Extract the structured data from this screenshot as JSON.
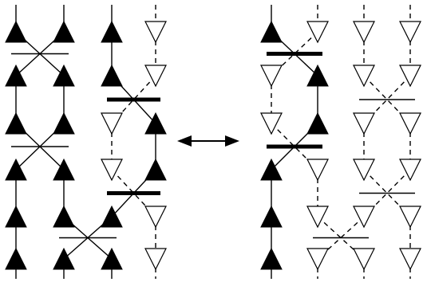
{
  "figure": {
    "colors": {
      "ink": "#000000",
      "background": "#ffffff"
    },
    "arrow": {
      "icon": "double-headed-arrow-icon"
    },
    "panels": [
      {
        "name": "left-panel",
        "triangles": [
          {
            "col": 0,
            "row": 0,
            "kind": "filled-up"
          },
          {
            "col": 1,
            "row": 0,
            "kind": "filled-up"
          },
          {
            "col": 2,
            "row": 0,
            "kind": "filled-up"
          },
          {
            "col": 3,
            "row": 0,
            "kind": "open-down"
          },
          {
            "col": 0,
            "row": 1,
            "kind": "filled-up"
          },
          {
            "col": 1,
            "row": 1,
            "kind": "filled-up"
          },
          {
            "col": 2,
            "row": 1,
            "kind": "filled-up"
          },
          {
            "col": 3,
            "row": 1,
            "kind": "open-down"
          },
          {
            "col": 0,
            "row": 2,
            "kind": "filled-up"
          },
          {
            "col": 1,
            "row": 2,
            "kind": "filled-up"
          },
          {
            "col": 2,
            "row": 2,
            "kind": "open-down"
          },
          {
            "col": 3,
            "row": 2,
            "kind": "filled-up"
          },
          {
            "col": 0,
            "row": 3,
            "kind": "filled-up"
          },
          {
            "col": 1,
            "row": 3,
            "kind": "filled-up"
          },
          {
            "col": 2,
            "row": 3,
            "kind": "open-down"
          },
          {
            "col": 3,
            "row": 3,
            "kind": "filled-up"
          },
          {
            "col": 0,
            "row": 4,
            "kind": "filled-up"
          },
          {
            "col": 1,
            "row": 4,
            "kind": "filled-up"
          },
          {
            "col": 2,
            "row": 4,
            "kind": "filled-up"
          },
          {
            "col": 3,
            "row": 4,
            "kind": "open-down"
          },
          {
            "col": 0,
            "row": 5,
            "kind": "filled-up"
          },
          {
            "col": 1,
            "row": 5,
            "kind": "filled-up"
          },
          {
            "col": 2,
            "row": 5,
            "kind": "filled-up"
          },
          {
            "col": 3,
            "row": 5,
            "kind": "open-down"
          }
        ],
        "crossings": [
          {
            "cols": [
              0,
              1
            ],
            "rows": [
              0,
              1
            ],
            "bar": "thin"
          },
          {
            "cols": [
              2,
              3
            ],
            "rows": [
              1,
              2
            ],
            "bar": "thick"
          },
          {
            "cols": [
              0,
              1
            ],
            "rows": [
              2,
              3
            ],
            "bar": "thin"
          },
          {
            "cols": [
              2,
              3
            ],
            "rows": [
              3,
              4
            ],
            "bar": "thick"
          },
          {
            "cols": [
              1,
              2
            ],
            "rows": [
              4,
              5
            ],
            "bar": "thin"
          }
        ]
      },
      {
        "name": "right-panel",
        "triangles": [
          {
            "col": 0,
            "row": 0,
            "kind": "filled-up"
          },
          {
            "col": 1,
            "row": 0,
            "kind": "open-down"
          },
          {
            "col": 2,
            "row": 0,
            "kind": "open-down"
          },
          {
            "col": 3,
            "row": 0,
            "kind": "open-down"
          },
          {
            "col": 0,
            "row": 1,
            "kind": "open-down"
          },
          {
            "col": 1,
            "row": 1,
            "kind": "filled-up"
          },
          {
            "col": 2,
            "row": 1,
            "kind": "open-down"
          },
          {
            "col": 3,
            "row": 1,
            "kind": "open-down"
          },
          {
            "col": 0,
            "row": 2,
            "kind": "open-down"
          },
          {
            "col": 1,
            "row": 2,
            "kind": "filled-up"
          },
          {
            "col": 2,
            "row": 2,
            "kind": "open-down"
          },
          {
            "col": 3,
            "row": 2,
            "kind": "open-down"
          },
          {
            "col": 0,
            "row": 3,
            "kind": "filled-up"
          },
          {
            "col": 1,
            "row": 3,
            "kind": "open-down"
          },
          {
            "col": 2,
            "row": 3,
            "kind": "open-down"
          },
          {
            "col": 3,
            "row": 3,
            "kind": "open-down"
          },
          {
            "col": 0,
            "row": 4,
            "kind": "filled-up"
          },
          {
            "col": 1,
            "row": 4,
            "kind": "open-down"
          },
          {
            "col": 2,
            "row": 4,
            "kind": "open-down"
          },
          {
            "col": 3,
            "row": 4,
            "kind": "open-down"
          },
          {
            "col": 0,
            "row": 5,
            "kind": "filled-up"
          },
          {
            "col": 1,
            "row": 5,
            "kind": "open-down"
          },
          {
            "col": 2,
            "row": 5,
            "kind": "open-down"
          },
          {
            "col": 3,
            "row": 5,
            "kind": "open-down"
          }
        ],
        "crossings": [
          {
            "cols": [
              0,
              1
            ],
            "rows": [
              0,
              1
            ],
            "bar": "thick"
          },
          {
            "cols": [
              2,
              3
            ],
            "rows": [
              1,
              2
            ],
            "bar": "thin"
          },
          {
            "cols": [
              0,
              1
            ],
            "rows": [
              2,
              3
            ],
            "bar": "thick"
          },
          {
            "cols": [
              2,
              3
            ],
            "rows": [
              3,
              4
            ],
            "bar": "thin"
          },
          {
            "cols": [
              1,
              2
            ],
            "rows": [
              4,
              5
            ],
            "bar": "thin"
          }
        ]
      }
    ]
  }
}
